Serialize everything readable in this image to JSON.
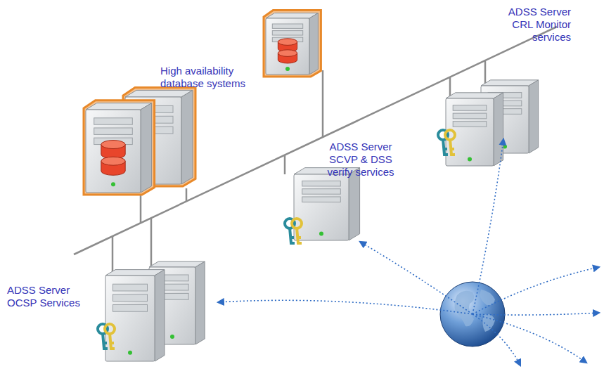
{
  "diagram": {
    "nodes": [
      {
        "text": [
          "High availability database systems"
        ]
      },
      {
        "text": [
          "ADSS Server CRL Monitor services"
        ]
      },
      {
        "text": [
          "ADSS Server SCVP & DSS verify services"
        ]
      },
      {
        "text": [
          "ADSS Server OCSP Services"
        ]
      }
    ]
  }
}
